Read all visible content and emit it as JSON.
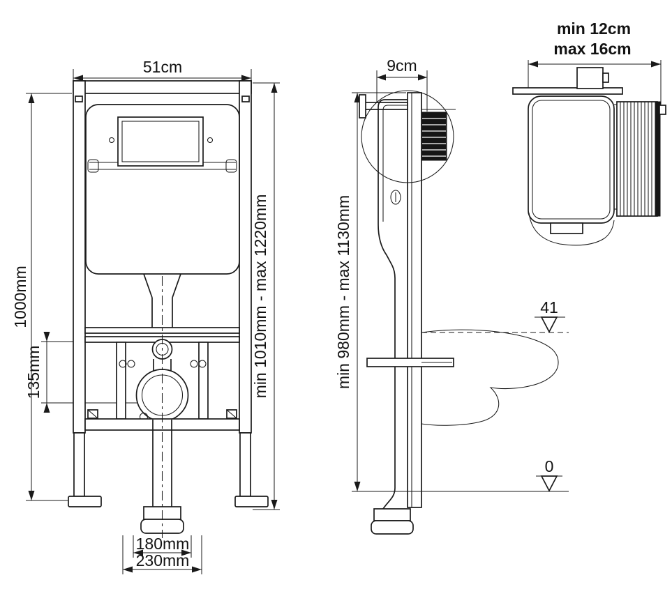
{
  "front_view": {
    "width_label": "51cm",
    "height_label": "1000mm",
    "install_height_label": "min 1010mm - max 1220mm",
    "outlet_offset_label": "135mm",
    "drain_width_label": "180mm",
    "base_width_label": "230mm"
  },
  "side_view": {
    "depth_label": "9cm",
    "install_height_label": "min 980mm - max 1130mm",
    "seat_height_label": "41",
    "floor_level_label": "0"
  },
  "detail_view": {
    "depth_min_label": "min 12cm",
    "depth_max_label": "max 16cm"
  },
  "colors": {
    "line": "#1a1a1a",
    "background": "#ffffff"
  }
}
